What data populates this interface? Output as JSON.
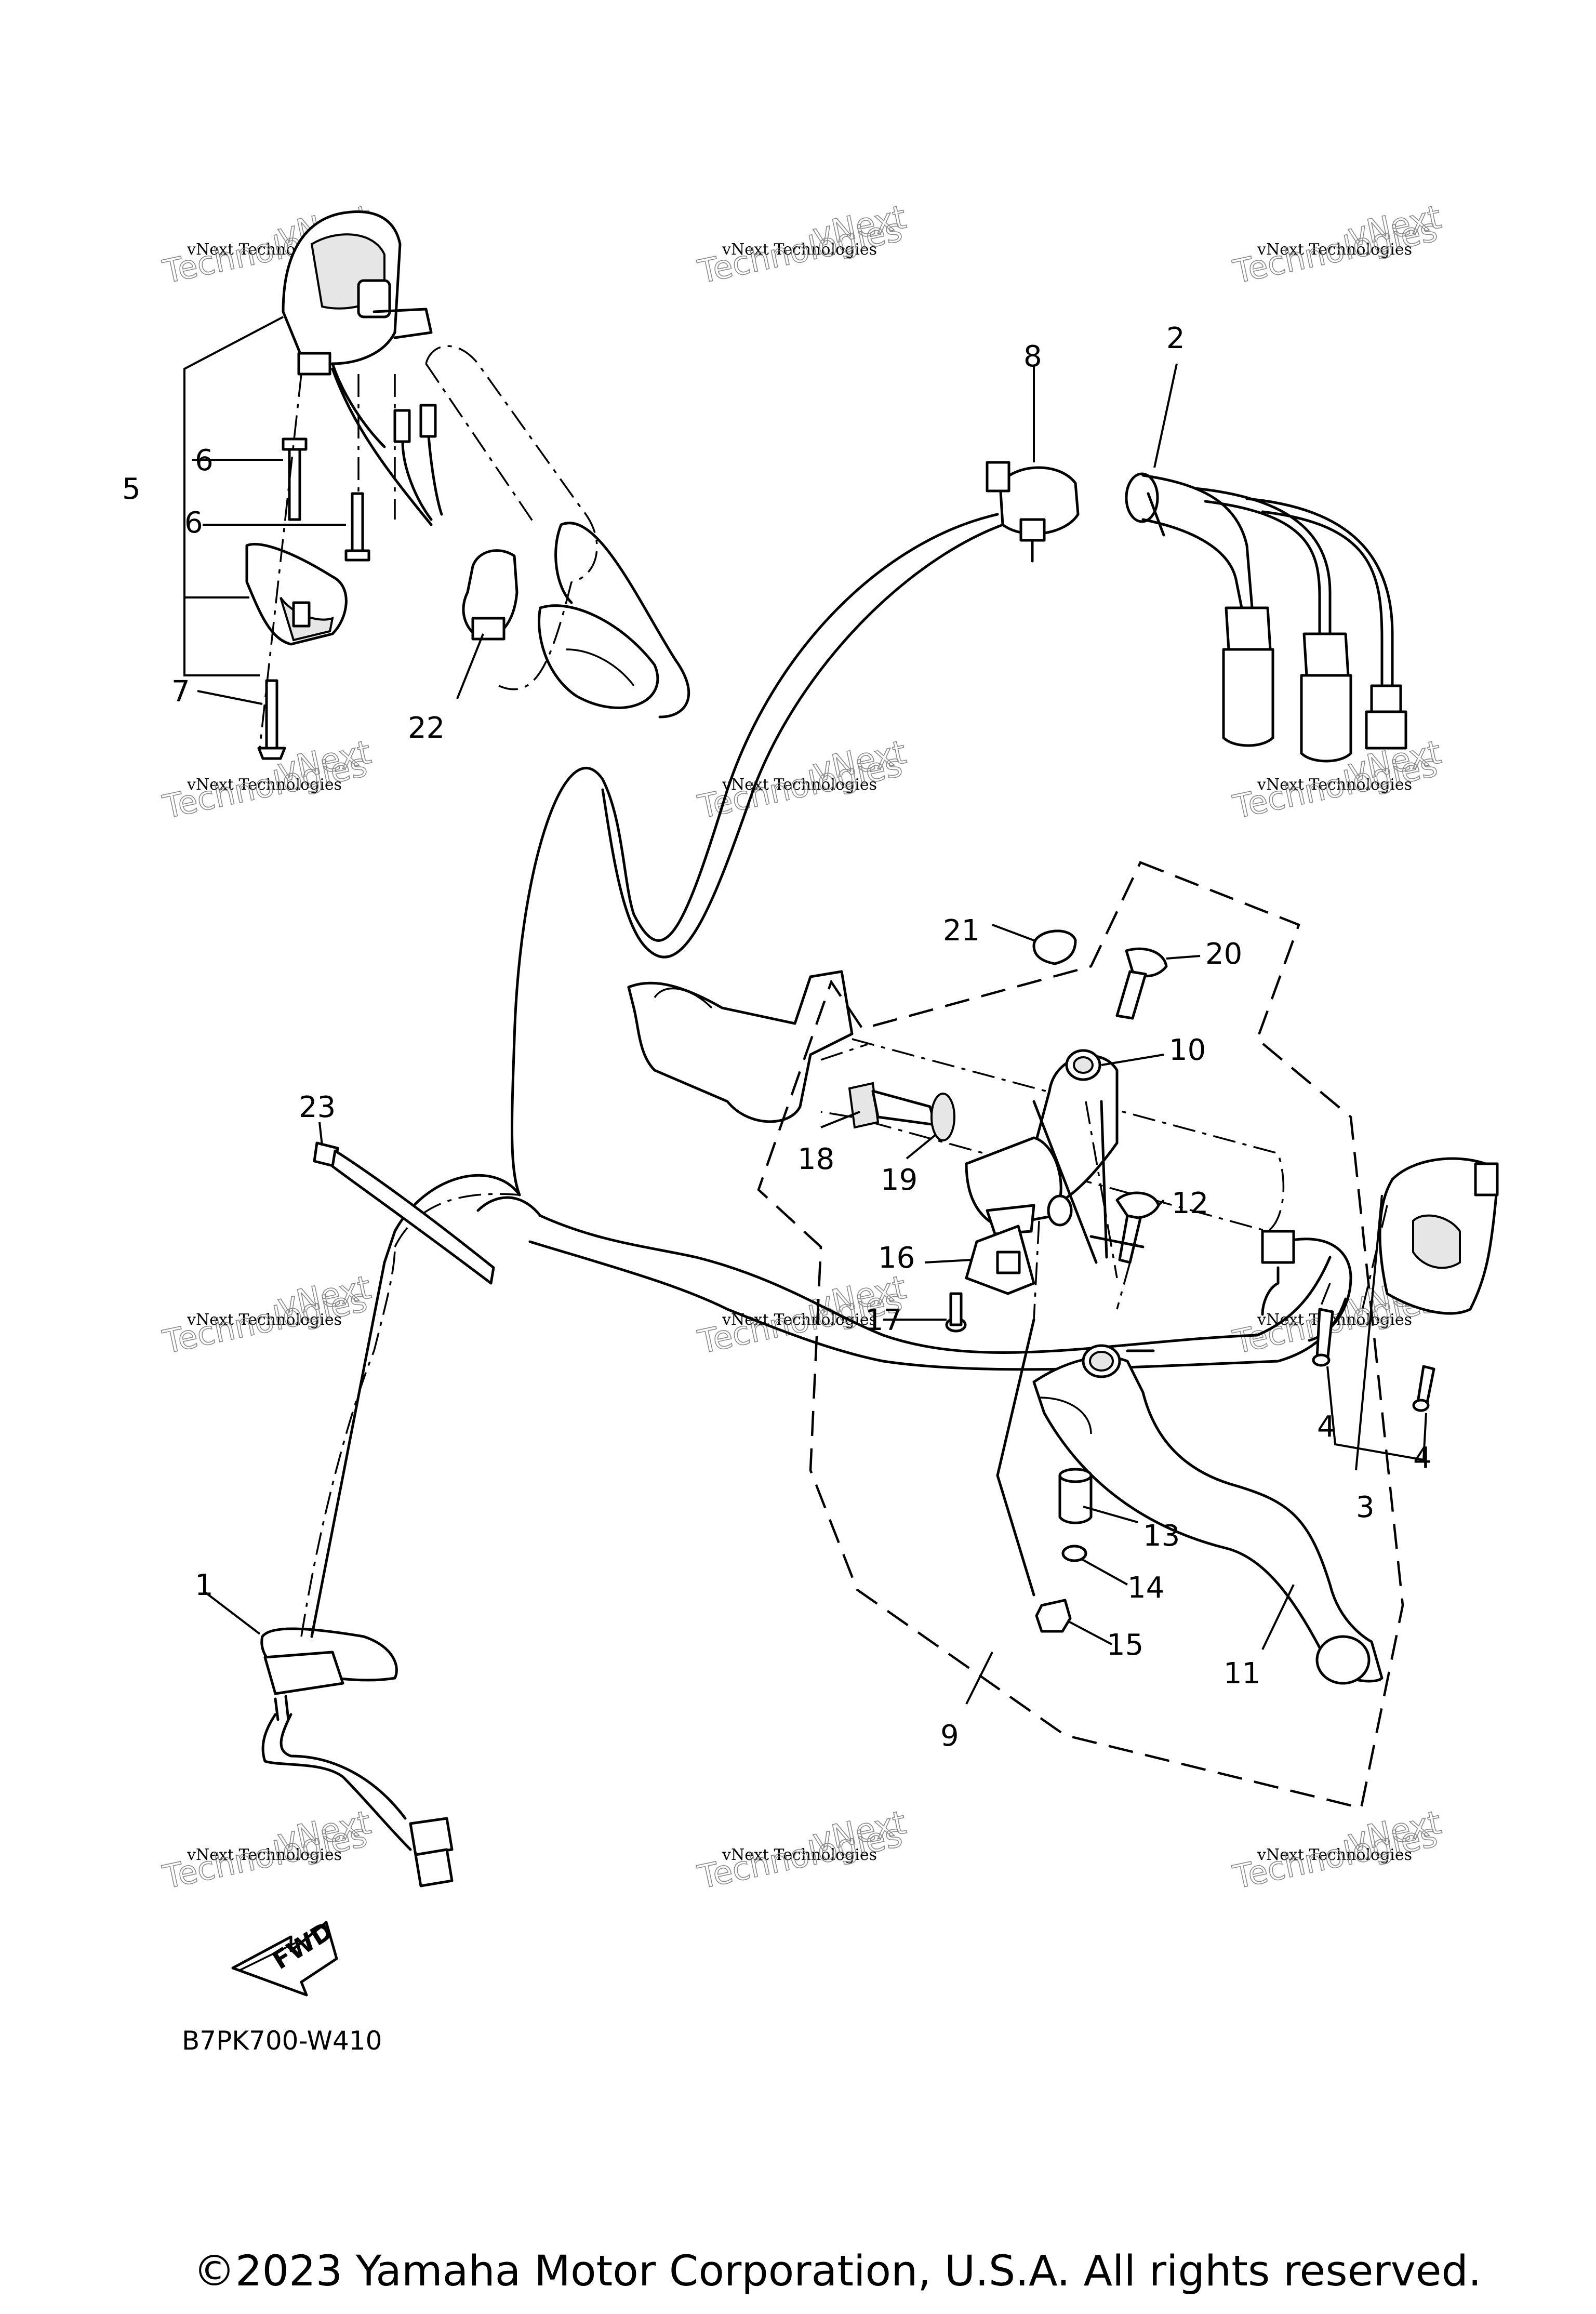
{
  "diagram_code": "B7PK700-W410",
  "copyright": "©2023 Yamaha Motor Corporation, U.S.A. All rights reserved.",
  "fwd_label": "FWD",
  "watermark": {
    "line1": "vNext Technologies",
    "line2": "Technologies",
    "line3": "vNext"
  },
  "callouts": [
    "1",
    "2",
    "3",
    "4",
    "4",
    "5",
    "6",
    "6",
    "7",
    "8",
    "9",
    "10",
    "11",
    "12",
    "13",
    "14",
    "15",
    "16",
    "17",
    "18",
    "19",
    "20",
    "21",
    "22",
    "23"
  ]
}
